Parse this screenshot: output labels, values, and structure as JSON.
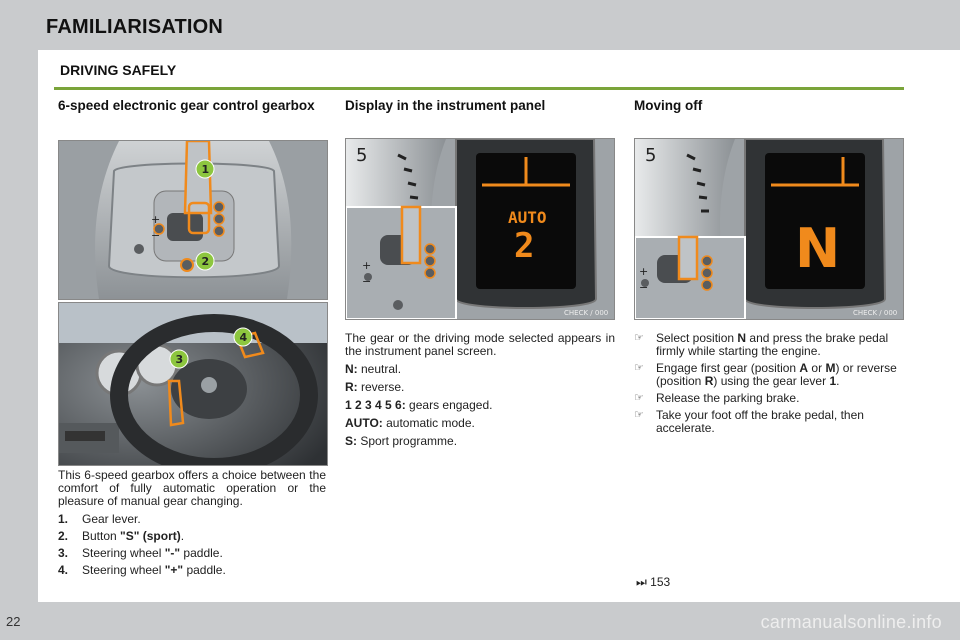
{
  "header": {
    "title": "FAMILIARISATION"
  },
  "page_number": "22",
  "watermark": "carmanualsonline.info",
  "section_title": "DRIVING SAFELY",
  "col1": {
    "heading": "6-speed electronic gear control gearbox",
    "intro": "This 6-speed gearbox offers a choice between the comfort of fully automatic operation or the pleasure of manual gear changing.",
    "items": [
      {
        "num": "1.",
        "pre": "Gear lever.",
        "bold": "",
        "post": ""
      },
      {
        "num": "2.",
        "pre": "Button ",
        "bold": "\"S\" (sport)",
        "post": "."
      },
      {
        "num": "3.",
        "pre": "Steering wheel ",
        "bold": "\"-\"",
        "post": " paddle."
      },
      {
        "num": "4.",
        "pre": "Steering wheel ",
        "bold": "\"+\"",
        "post": " paddle."
      }
    ]
  },
  "col2": {
    "heading": "Display in the instrument panel",
    "display_mode": "AUTO",
    "display_gear": "2",
    "intro": "The gear or the driving mode selected appears in the instrument panel screen.",
    "defs": [
      {
        "key": "N:",
        "value": " neutral."
      },
      {
        "key": "R:",
        "value": " reverse."
      },
      {
        "key": "1 2 3 4 5 6:",
        "value": " gears engaged."
      },
      {
        "key": "AUTO:",
        "value": " automatic mode."
      },
      {
        "key": "S:",
        "value": " Sport programme."
      }
    ]
  },
  "col3": {
    "heading": "Moving off",
    "display_gear": "N",
    "bullets": [
      {
        "parts": [
          "Select position ",
          "N",
          " and press the brake pedal firmly while starting the engine."
        ]
      },
      {
        "parts": [
          "Engage first gear (position ",
          "A",
          " or ",
          "M",
          ") or reverse (position ",
          "R",
          ") using the gear lever ",
          "1",
          "."
        ]
      },
      {
        "parts": [
          "Release the parking brake."
        ]
      },
      {
        "parts": [
          "Take your foot off the brake pedal, then accelerate."
        ]
      }
    ],
    "reference": "153"
  },
  "image_labels": {
    "check_text": "CHECK / 000",
    "gauge_digit": "5"
  },
  "callouts": [
    "1",
    "2",
    "3",
    "4"
  ],
  "colors": {
    "accent_green": "#7aa43a",
    "display_orange": "#f08a1c",
    "band_grey": "#c9cbcd"
  }
}
